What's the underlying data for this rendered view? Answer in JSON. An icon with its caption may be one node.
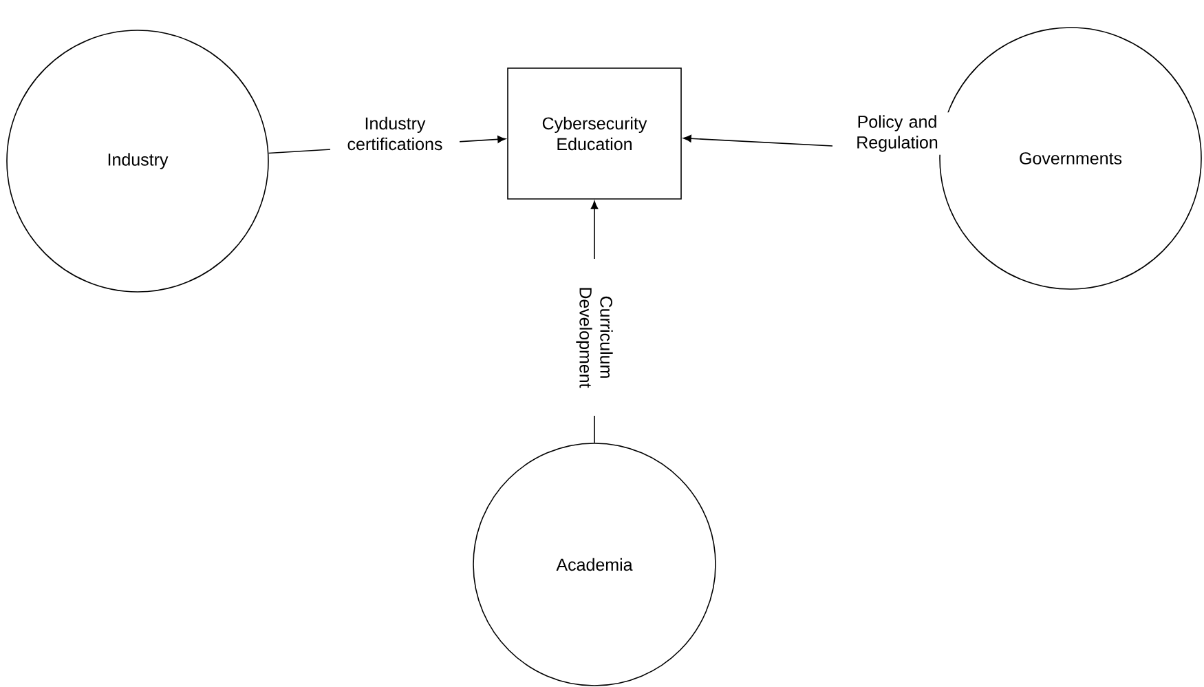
{
  "diagram": {
    "nodes": [
      {
        "text": [
          "Industry"
        ]
      },
      {
        "text": [
          "Cybersecurity Education"
        ]
      },
      {
        "text": [
          "Governments"
        ]
      },
      {
        "text": [
          "Academia"
        ]
      }
    ],
    "edges": [
      {
        "from": 0,
        "to": 1,
        "arrow": "to",
        "label": "Industry certifications"
      },
      {
        "from": 2,
        "to": 1,
        "arrow": "to",
        "label": "Policy and Regulation"
      },
      {
        "from": 3,
        "to": 1,
        "arrow": "to",
        "label": "Curriculum Development"
      }
    ]
  }
}
